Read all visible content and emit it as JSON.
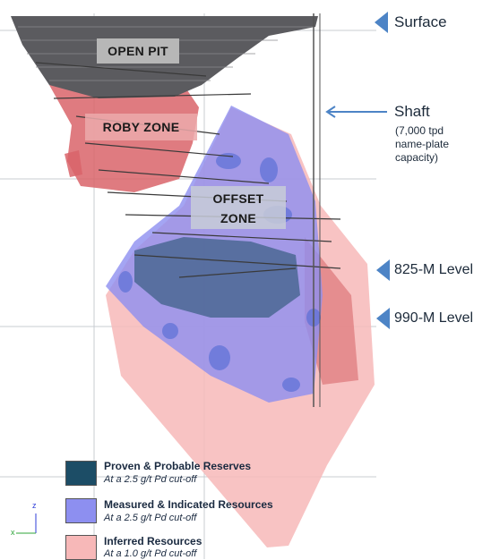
{
  "colors": {
    "reserves": "#1c4d66",
    "measured": "#8d8ff0",
    "inferred": "#f7b8b8",
    "marker": "#4d84c6"
  },
  "zones": {
    "open_pit": "OPEN PIT",
    "roby_zone": "ROBY ZONE",
    "offset_zone_1": "OFFSET",
    "offset_zone_2": "ZONE"
  },
  "markers": {
    "surface": "Surface",
    "shaft": "Shaft",
    "shaft_note_1": "(7,000 tpd",
    "shaft_note_2": "name-plate",
    "shaft_note_3": "capacity)",
    "level_825": "825-M Level",
    "level_990": "990-M Level"
  },
  "legend": [
    {
      "title": "Proven & Probable Reserves",
      "subtitle": "At a 2.5 g/t Pd cut-off"
    },
    {
      "title": "Measured & Indicated Resources",
      "subtitle": "At a 2.5 g/t Pd cut-off"
    },
    {
      "title": "Inferred Resources",
      "subtitle": "At a 1.0 g/t Pd cut-off"
    }
  ],
  "axes_icon": {
    "vertical": "z",
    "horizontal": "x"
  }
}
